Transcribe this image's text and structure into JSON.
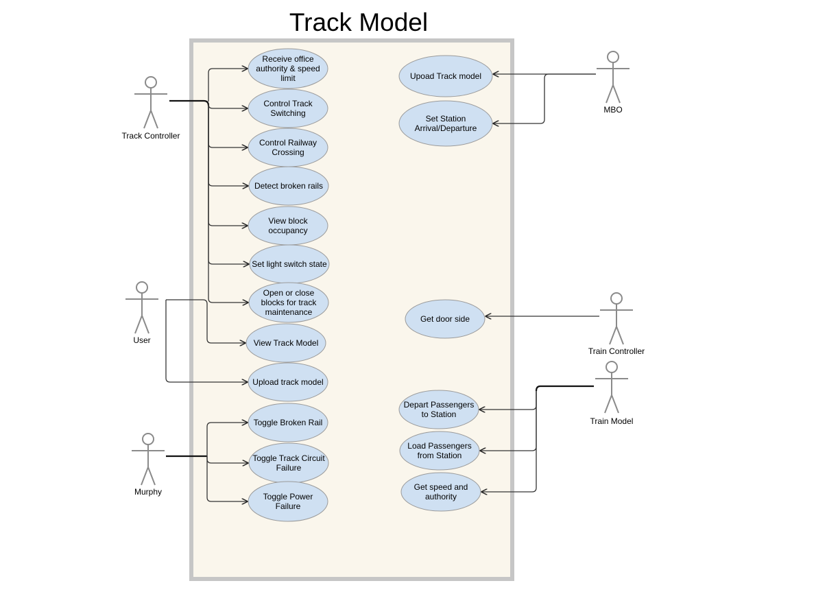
{
  "diagram": {
    "title": "Track Model",
    "colors": {
      "system_fill": "#faf6ec",
      "system_border": "#c6c6c6",
      "use_case_fill": "#cfe0f2",
      "actor_stroke": "#8a8a8a"
    },
    "actors": [
      {
        "id": "track-controller",
        "label": "Track Controller"
      },
      {
        "id": "user",
        "label": "User"
      },
      {
        "id": "murphy",
        "label": "Murphy"
      },
      {
        "id": "mbo",
        "label": "MBO"
      },
      {
        "id": "train-controller",
        "label": "Train Controller"
      },
      {
        "id": "train-model",
        "label": "Train Model"
      }
    ],
    "use_cases": [
      {
        "id": "receive-office-authority",
        "lines": [
          "Receive office",
          "authority & speed",
          "limit"
        ]
      },
      {
        "id": "control-track-switching",
        "lines": [
          "Control Track",
          "Switching"
        ]
      },
      {
        "id": "control-railway-crossing",
        "lines": [
          "Control Railway",
          "Crossing"
        ]
      },
      {
        "id": "detect-broken-rails",
        "lines": [
          "Detect broken rails"
        ]
      },
      {
        "id": "view-block-occupancy",
        "lines": [
          "View block",
          "occupancy"
        ]
      },
      {
        "id": "set-light-switch-state",
        "lines": [
          "Set light switch state"
        ]
      },
      {
        "id": "open-close-blocks",
        "lines": [
          "Open or close",
          "blocks for track",
          "maintenance"
        ]
      },
      {
        "id": "view-track-model",
        "lines": [
          "View Track Model"
        ]
      },
      {
        "id": "upload-track-model",
        "lines": [
          "Upload track model"
        ]
      },
      {
        "id": "toggle-broken-rail",
        "lines": [
          "Toggle Broken Rail"
        ]
      },
      {
        "id": "toggle-track-circuit-failure",
        "lines": [
          "Toggle Track Circuit",
          "Failure"
        ]
      },
      {
        "id": "toggle-power-failure",
        "lines": [
          "Toggle Power",
          "Failure"
        ]
      },
      {
        "id": "upoad-track-model",
        "lines": [
          "Upoad Track model"
        ]
      },
      {
        "id": "set-station-arrival",
        "lines": [
          "Set Station",
          "Arrival/Departure"
        ]
      },
      {
        "id": "get-door-side",
        "lines": [
          "Get door side"
        ]
      },
      {
        "id": "depart-passengers",
        "lines": [
          "Depart Passengers",
          "to Station"
        ]
      },
      {
        "id": "load-passengers",
        "lines": [
          "Load Passengers",
          "from Station"
        ]
      },
      {
        "id": "get-speed-authority",
        "lines": [
          "Get speed and",
          "authority"
        ]
      }
    ],
    "associations": [
      {
        "from": "track-controller",
        "to": "receive-office-authority"
      },
      {
        "from": "track-controller",
        "to": "control-track-switching"
      },
      {
        "from": "track-controller",
        "to": "control-railway-crossing"
      },
      {
        "from": "track-controller",
        "to": "detect-broken-rails"
      },
      {
        "from": "track-controller",
        "to": "view-block-occupancy"
      },
      {
        "from": "track-controller",
        "to": "set-light-switch-state"
      },
      {
        "from": "track-controller",
        "to": "open-close-blocks"
      },
      {
        "from": "user",
        "to": "view-track-model"
      },
      {
        "from": "user",
        "to": "upload-track-model"
      },
      {
        "from": "murphy",
        "to": "toggle-broken-rail"
      },
      {
        "from": "murphy",
        "to": "toggle-track-circuit-failure"
      },
      {
        "from": "murphy",
        "to": "toggle-power-failure"
      },
      {
        "from": "mbo",
        "to": "upoad-track-model"
      },
      {
        "from": "mbo",
        "to": "set-station-arrival"
      },
      {
        "from": "train-controller",
        "to": "get-door-side"
      },
      {
        "from": "train-model",
        "to": "depart-passengers"
      },
      {
        "from": "train-model",
        "to": "load-passengers"
      },
      {
        "from": "train-model",
        "to": "get-speed-authority"
      }
    ]
  }
}
